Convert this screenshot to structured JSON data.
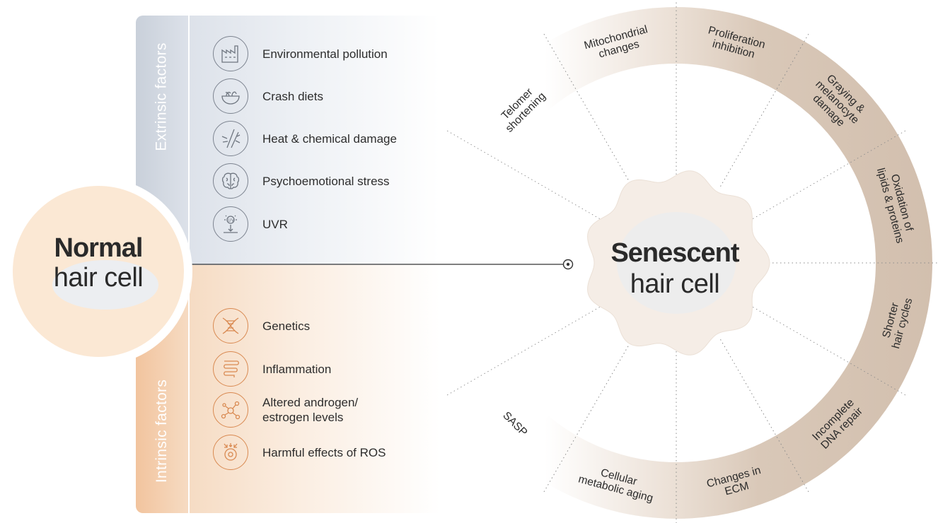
{
  "normal_cell": {
    "line1": "Normal",
    "line2": "hair cell"
  },
  "senescent_cell": {
    "line1": "Senescent",
    "line2": "hair cell"
  },
  "extrinsic": {
    "title": "Extrinsic factors",
    "items": [
      {
        "label": "Environmental pollution",
        "icon": "factory-icon"
      },
      {
        "label": "Crash diets",
        "icon": "food-bowl-icon"
      },
      {
        "label": "Heat & chemical damage",
        "icon": "damaged-hair-icon"
      },
      {
        "label": "Psychoemotional stress",
        "icon": "brain-icon"
      },
      {
        "label": "UVR",
        "icon": "uv-sun-icon"
      }
    ]
  },
  "intrinsic": {
    "title": "Intrinsic factors",
    "items": [
      {
        "label": "Genetics",
        "icon": "dna-icon"
      },
      {
        "label": "Inflammation",
        "icon": "intestine-icon"
      },
      {
        "label": "Altered androgen/",
        "label2": "estrogen levels",
        "icon": "molecule-icon"
      },
      {
        "label": "Harmful effects of ROS",
        "icon": "ros-cell-icon"
      }
    ]
  },
  "wheel_segments": [
    {
      "line1": "Telomer",
      "line2": "shortening"
    },
    {
      "line1": "Mitochondrial",
      "line2": "changes"
    },
    {
      "line1": "Proliferation",
      "line2": "inhibition"
    },
    {
      "line1": "Graying &",
      "line2": "melanocyte",
      "line3": "damage"
    },
    {
      "line1": "Oxidation of",
      "line2": "lipids & proteins"
    },
    {
      "line1": "Shorter",
      "line2": "hair cycles"
    },
    {
      "line1": "Incomplete",
      "line2": "DNA repair"
    },
    {
      "line1": "Changes in",
      "line2": "ECM"
    },
    {
      "line1": "Cellular",
      "line2": "metabolic aging"
    },
    {
      "line1": "SASP"
    }
  ],
  "colors": {
    "extrinsic_panel": "#c9d0da",
    "intrinsic_panel": "#f2c49e",
    "normal_cell": "#fbe8d4",
    "ring": "#d9c8b8",
    "icon_extrinsic": "#7e8591",
    "icon_intrinsic": "#d98a52"
  }
}
